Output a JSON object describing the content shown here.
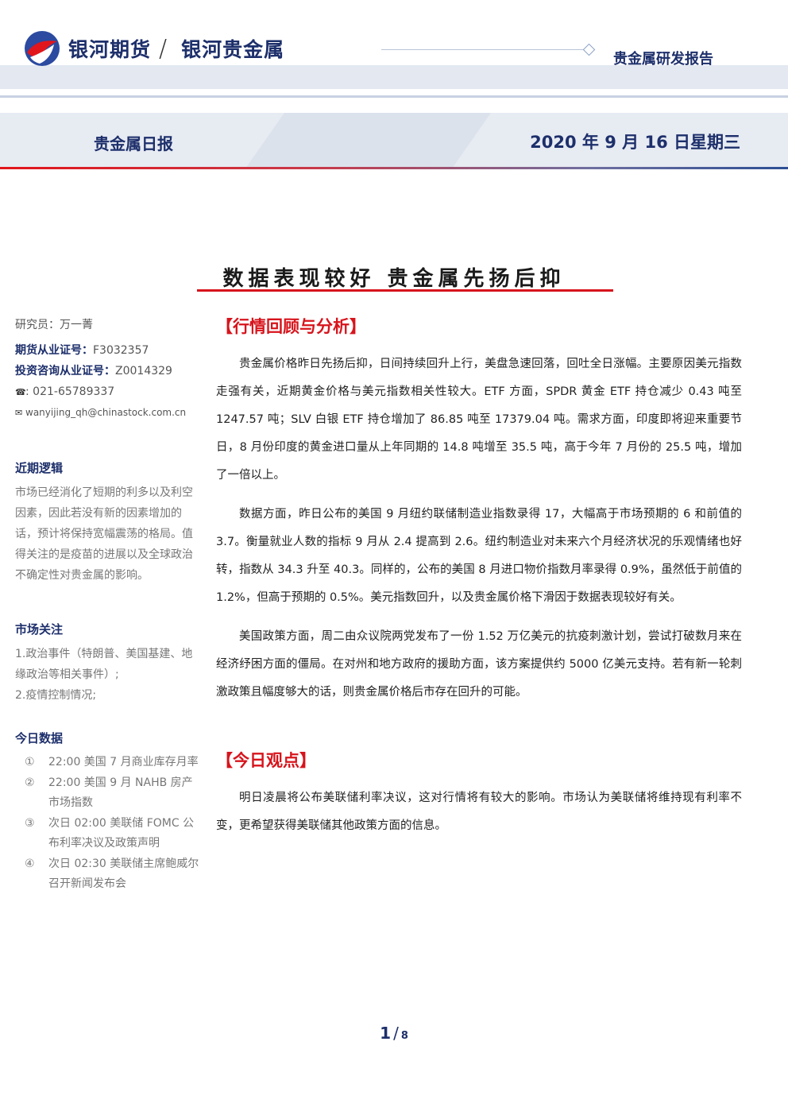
{
  "header": {
    "brand": "银河期货",
    "slash": "/",
    "sub_brand": "银河贵金属",
    "report_kind": "贵金属研发报告",
    "daily_label": "贵金属日报",
    "date": "2020 年 9 月 16 日星期三"
  },
  "title": "数据表现较好  贵金属先扬后抑",
  "sidebar": {
    "researcher_label": "研究员：",
    "researcher_name": "万一菁",
    "futures_cert_label": "期货从业证号：",
    "futures_cert": "F3032357",
    "invest_cert_label": "投资咨询从业证号：",
    "invest_cert": "Z0014329",
    "phone": ": 021-65789337",
    "email": "wanyijing_qh@chinastock.com.cn",
    "logic_head": "近期逻辑",
    "logic_text": "市场已经消化了短期的利多以及利空因素，因此若没有新的因素增加的话，预计将保持宽幅震荡的格局。值得关注的是疫苗的进展以及全球政治不确定性对贵金属的影响。",
    "focus_head": "市场关注",
    "focus_items": [
      "1.政治事件（特朗普、美国基建、地缘政治等相关事件）;",
      "2.疫情控制情况;"
    ],
    "data_head": "今日数据",
    "data_items": [
      {
        "num": "①",
        "text": "22:00 美国 7 月商业库存月率"
      },
      {
        "num": "②",
        "text": "22:00 美国 9 月 NAHB 房产市场指数"
      },
      {
        "num": "③",
        "text": "次日 02:00 美联储 FOMC 公布利率决议及政策声明"
      },
      {
        "num": "④",
        "text": "次日 02:30 美联储主席鲍威尔召开新闻发布会"
      }
    ]
  },
  "main": {
    "section1_title": "【行情回顾与分析】",
    "paragraphs": [
      "贵金属价格昨日先扬后抑，日间持续回升上行，美盘急速回落，回吐全日涨幅。主要原因美元指数走强有关，近期黄金价格与美元指数相关性较大。ETF 方面，SPDR 黄金 ETF 持仓减少 0.43 吨至 1247.57 吨；SLV 白银 ETF 持仓增加了 86.85 吨至 17379.04 吨。需求方面，印度即将迎来重要节日，8 月份印度的黄金进口量从上年同期的 14.8 吨增至 35.5 吨，高于今年 7 月份的 25.5 吨，增加了一倍以上。",
      "数据方面，昨日公布的美国 9 月纽约联储制造业指数录得 17，大幅高于市场预期的 6 和前值的 3.7。衡量就业人数的指标 9 月从 2.4 提高到 2.6。纽约制造业对未来六个月经济状况的乐观情绪也好转，指数从 34.3 升至 40.3。同样的，公布的美国 8 月进口物价指数月率录得 0.9%，虽然低于前值的 1.2%，但高于预期的 0.5%。美元指数回升，以及贵金属价格下滑因于数据表现较好有关。",
      "美国政策方面，周二由众议院两党发布了一份 1.52 万亿美元的抗疫刺激计划，尝试打破数月来在经济纾困方面的僵局。在对州和地方政府的援助方面，该方案提供约 5000 亿美元支持。若有新一轮刺激政策且幅度够大的话，则贵金属价格后市存在回升的可能。"
    ],
    "section2_title": "【今日观点】",
    "view_text": "明日凌晨将公布美联储利率决议，这对行情将有较大的影响。市场认为美联储将维持现有利率不变，更希望获得美联储其他政策方面的信息。"
  },
  "footer": {
    "page_current": "1",
    "page_sep": "/",
    "page_total": "8"
  },
  "colors": {
    "brand_navy": "#1d2f6b",
    "accent_red": "#d7141c",
    "band_gray": "#e3e8f1"
  }
}
